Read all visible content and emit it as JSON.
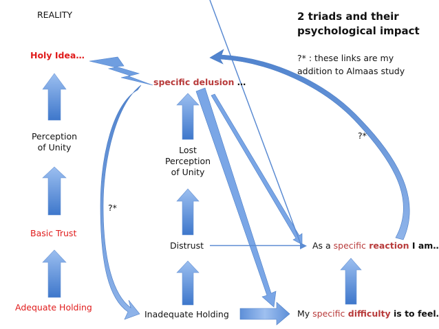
{
  "header": {
    "reality_label": "REALITY",
    "title_line1": "2 triads and their",
    "title_line2": "psychological impact",
    "note_line1": "?* : these links are my",
    "note_line2": "addition to Almaas study"
  },
  "left_column": {
    "holy_idea": "Holy Idea…",
    "perception_line1": "Perception",
    "perception_line2": "of Unity",
    "basic_trust": "Basic Trust",
    "adequate_holding": "Adequate Holding"
  },
  "middle_column": {
    "delusion_prefix": "specific delusion",
    "delusion_suffix": " …",
    "lost_line1": "Lost",
    "lost_line2": "Perception",
    "lost_line3": "of Unity",
    "distrust": "Distrust",
    "inadequate_holding": "Inadequate Holding"
  },
  "right_column": {
    "reaction_prefix": "As a ",
    "reaction_specific": "specific",
    "reaction_word": " reaction",
    "reaction_suffix": " I am…",
    "difficulty_prefix": "My ",
    "difficulty_specific": "specific",
    "difficulty_word": " difficulty",
    "difficulty_suffix": " is to feel…"
  },
  "link_markers": {
    "left_curve": "?*",
    "right_curve": "?*"
  },
  "colors": {
    "arrow_fill_light": "#8fb4ea",
    "arrow_fill_dark": "#3f78cc",
    "arrow_stroke": "#4a7cc4",
    "red_label": "#e01b1b",
    "dark_red_label": "#b83b3b"
  }
}
